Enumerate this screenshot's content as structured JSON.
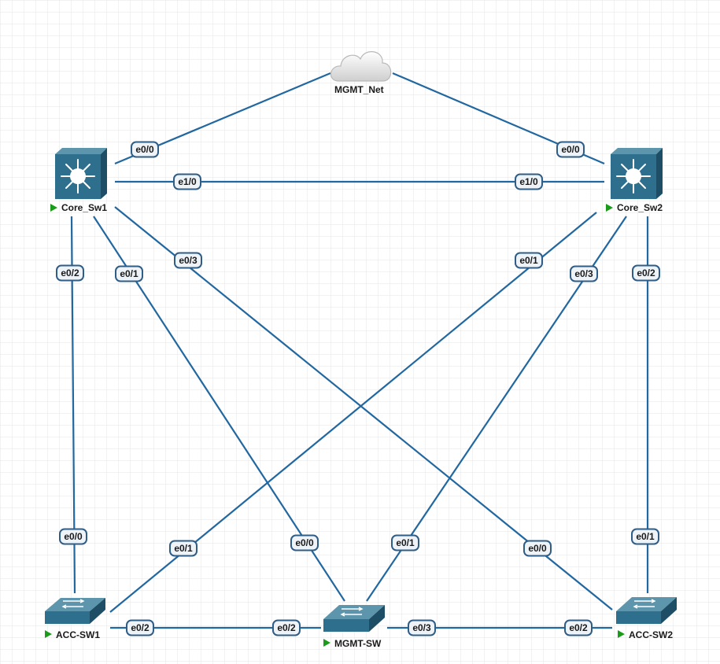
{
  "colors": {
    "link": "#2167a0",
    "grid": "#e6e6e6",
    "port_border": "#2f5d86",
    "port_fill": "#eef3f8",
    "device": "#2e6f8e",
    "device_dark": "#1d4e66",
    "running": "#1a9b1a",
    "cloud": "#e6e6e6"
  },
  "nodes": {
    "mgmt_net": {
      "label": "MGMT_Net",
      "icon": "cloud-icon"
    },
    "core_sw1": {
      "label": "Core_Sw1",
      "icon": "layer3-switch-icon",
      "running": true
    },
    "core_sw2": {
      "label": "Core_Sw2",
      "icon": "layer3-switch-icon",
      "running": true
    },
    "acc_sw1": {
      "label": "ACC-SW1",
      "icon": "layer2-switch-icon",
      "running": true
    },
    "mgmt_sw": {
      "label": "MGMT-SW",
      "icon": "layer2-switch-icon",
      "running": true
    },
    "acc_sw2": {
      "label": "ACC-SW2",
      "icon": "layer2-switch-icon",
      "running": true
    }
  },
  "links": [
    {
      "id": "l1",
      "a": "core_sw1",
      "b": "mgmt_net",
      "port_a": "e0/0",
      "port_b": ""
    },
    {
      "id": "l2",
      "a": "core_sw2",
      "b": "mgmt_net",
      "port_a": "e0/0",
      "port_b": ""
    },
    {
      "id": "l3",
      "a": "core_sw1",
      "b": "core_sw2",
      "port_a": "e1/0",
      "port_b": "e1/0"
    },
    {
      "id": "l4",
      "a": "core_sw1",
      "b": "acc_sw1",
      "port_a": "e0/2",
      "port_b": "e0/0"
    },
    {
      "id": "l5",
      "a": "core_sw1",
      "b": "mgmt_sw",
      "port_a": "e0/1",
      "port_b": "e0/0"
    },
    {
      "id": "l6",
      "a": "core_sw1",
      "b": "acc_sw2",
      "port_a": "e0/3",
      "port_b": "e0/0"
    },
    {
      "id": "l7",
      "a": "core_sw2",
      "b": "acc_sw1",
      "port_a": "e0/1",
      "port_b": "e0/1"
    },
    {
      "id": "l8",
      "a": "core_sw2",
      "b": "mgmt_sw",
      "port_a": "e0/3",
      "port_b": "e0/1"
    },
    {
      "id": "l9",
      "a": "core_sw2",
      "b": "acc_sw2",
      "port_a": "e0/2",
      "port_b": "e0/1"
    },
    {
      "id": "l10",
      "a": "acc_sw1",
      "b": "mgmt_sw",
      "port_a": "e0/2",
      "port_b": "e0/2"
    },
    {
      "id": "l11",
      "a": "mgmt_sw",
      "b": "acc_sw2",
      "port_a": "e0/3",
      "port_b": "e0/2"
    }
  ]
}
